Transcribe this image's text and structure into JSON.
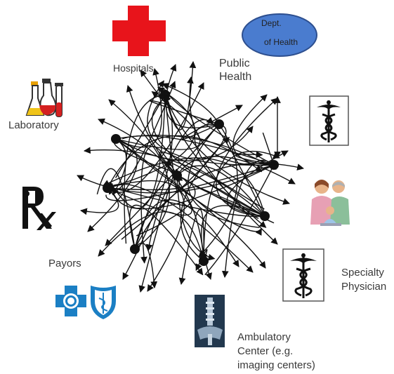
{
  "labels": {
    "hospitals": "Hospitals",
    "public_health_1": "Public",
    "public_health_2": "Health",
    "dept_1": "Dept.",
    "dept_2": "of Health",
    "laboratory": "Laboratory",
    "payors": "Payors",
    "specialty_1": "Specialty",
    "specialty_2": "Physician",
    "ambulatory_1": "Ambulatory",
    "ambulatory_2": "Center (e.g.",
    "ambulatory_3": "imaging centers)"
  },
  "colors": {
    "cross": "#e8141b",
    "ellipse_fill": "#4a7ccf",
    "ellipse_stroke": "#2d4f8f",
    "tangle": "#111111",
    "bcbs": "#1b7fc4",
    "flask_red": "#d42020",
    "flask_yellow": "#f0c419"
  },
  "icons": [
    "red-cross-icon",
    "dept-of-health-ellipse",
    "caduceus-icon",
    "family-icon",
    "rx-icon",
    "blue-cross-icon",
    "blue-shield-icon",
    "lab-flasks-icon",
    "xray-spine-icon"
  ]
}
